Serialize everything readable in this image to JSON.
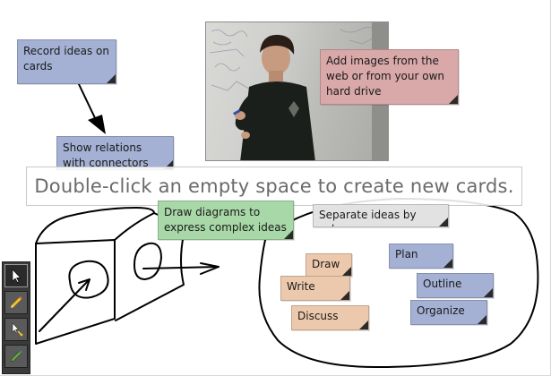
{
  "banner": {
    "text": "Double-click an empty space to create new cards."
  },
  "cards": {
    "record_ideas": "Record ideas on cards",
    "show_relations": "Show relations with connectors",
    "add_images": "Add images from the web or from your own hard drive",
    "draw_diagrams": "Draw diagrams to express complex ideas",
    "separate_ideas": "Separate ideas by color",
    "draw": "Draw",
    "write": "Write",
    "discuss": "Discuss",
    "plan": "Plan",
    "outline": "Outline",
    "organize": "Organize"
  },
  "toolbar": {
    "tools": [
      "select-arrow-icon",
      "pencil-icon",
      "connector-icon",
      "marker-icon"
    ],
    "active": "select-arrow-icon"
  },
  "colors": {
    "card_blue": "#a4b1d4",
    "card_pink": "#d9a8a8",
    "card_green": "#a8d8a8",
    "card_peach": "#ecc9ad",
    "card_gray": "#e2e2e2",
    "ink": "#000000"
  }
}
